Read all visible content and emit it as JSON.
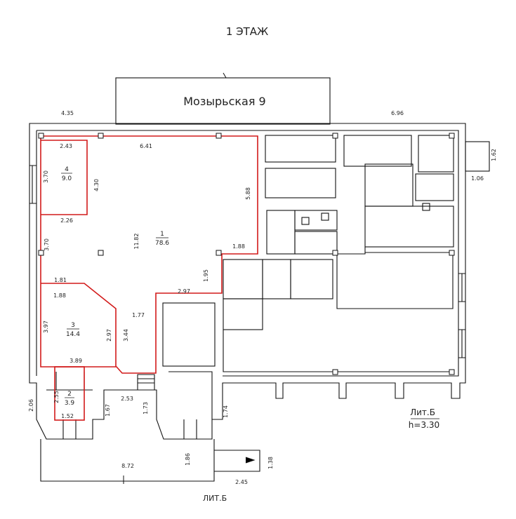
{
  "header": {
    "floor_title": "1 ЭТАЖ"
  },
  "street": {
    "label": "Мозырьская 9"
  },
  "lit_block": {
    "name": "Лит.Б",
    "height": "h=3.30"
  },
  "bottom_label": "ЛИТ.Б",
  "rooms": [
    {
      "number": "1",
      "area": "78.6"
    },
    {
      "number": "2",
      "area": "3.9"
    },
    {
      "number": "3",
      "area": "14.4"
    },
    {
      "number": "4",
      "area": "9.0"
    }
  ],
  "dimensions": {
    "d_4_35": "4.35",
    "d_6_96": "6.96",
    "d_2_43": "2.43",
    "d_6_41": "6.41",
    "d_3_70a": "3.70",
    "d_4_30": "4.30",
    "d_5_88": "5.88",
    "d_2_26": "2.26",
    "d_11_82": "11.82",
    "d_3_70b": "3.70",
    "d_1_88a": "1.88",
    "d_1_95": "1.95",
    "d_1_81": "1.81",
    "d_2_97a": "2.97",
    "d_1_88b": "1.88",
    "d_1_77": "1.77",
    "d_3_97": "3.97",
    "d_2_97b": "2.97",
    "d_3_44": "3.44",
    "d_3_89": "3.89",
    "d_2_55": "2.55",
    "d_1_52": "1.52",
    "d_2_06": "2.06",
    "d_1_67": "1.67",
    "d_2_53": "2.53",
    "d_1_73": "1.73",
    "d_1_74": "1.74",
    "d_1_62": "1.62",
    "d_1_06": "1.06",
    "d_1_86": "1.86",
    "d_1_38": "1.38",
    "d_8_72": "8.72",
    "d_2_45": "2.45"
  }
}
